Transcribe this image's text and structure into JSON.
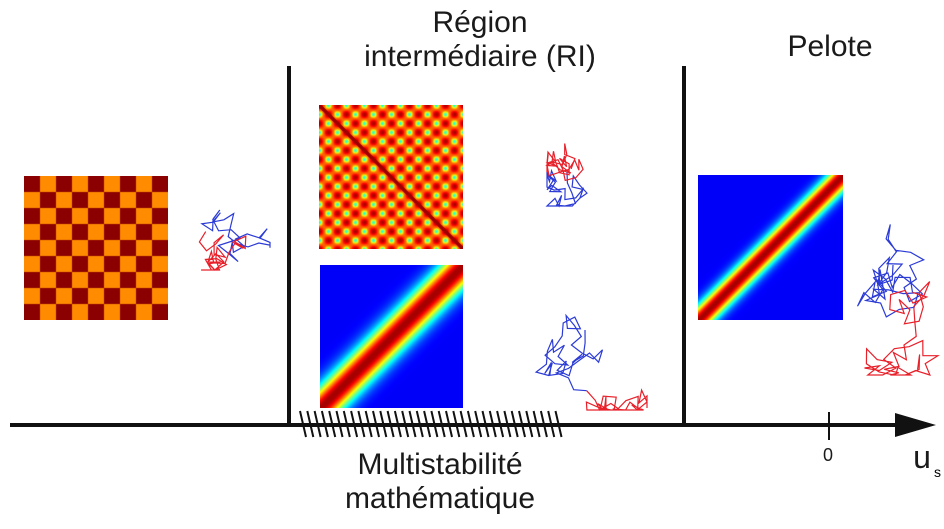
{
  "regions": {
    "intermediate": {
      "line1": "Région",
      "line2": "intermédiaire (RI)"
    },
    "coil": {
      "title": "Pelote"
    }
  },
  "multistability": {
    "line1": "Multistabilité",
    "line2": "mathématique"
  },
  "axis": {
    "zero_label": "0",
    "variable": "u",
    "subscript": "s"
  },
  "colors": {
    "checker_dark": "#8b0000",
    "checker_light": "#ff8c00",
    "chain_red": "#e8202a",
    "chain_blue": "#2b3bd6",
    "axis": "#111111"
  }
}
